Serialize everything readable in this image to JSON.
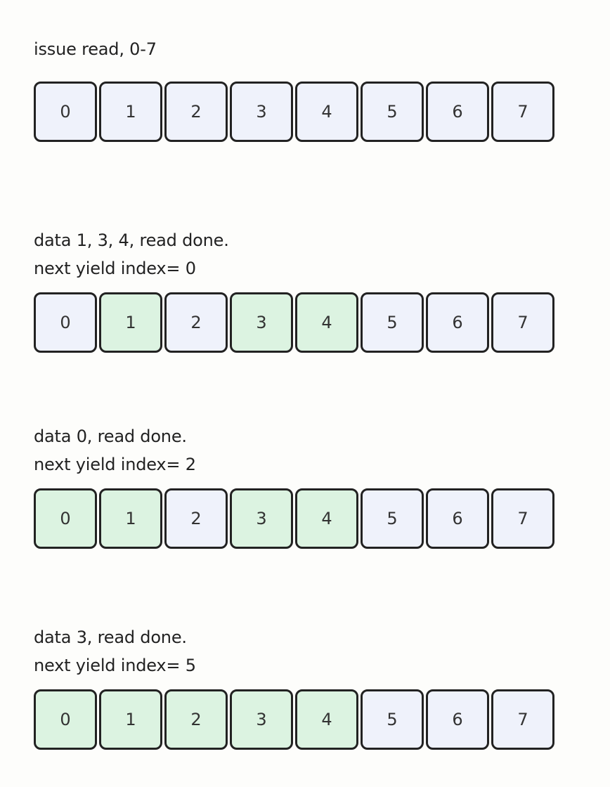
{
  "colors": {
    "pending": "#eff2fb",
    "done": "#dcf3e1",
    "border": "#222222",
    "background": "#fdfdfb"
  },
  "stages": [
    {
      "lines": [
        "issue read, 0-7"
      ],
      "cells": [
        {
          "label": "0",
          "state": "pending"
        },
        {
          "label": "1",
          "state": "pending"
        },
        {
          "label": "2",
          "state": "pending"
        },
        {
          "label": "3",
          "state": "pending"
        },
        {
          "label": "4",
          "state": "pending"
        },
        {
          "label": "5",
          "state": "pending"
        },
        {
          "label": "6",
          "state": "pending"
        },
        {
          "label": "7",
          "state": "pending"
        }
      ]
    },
    {
      "lines": [
        "data 1, 3, 4, read done.",
        "next yield index= 0"
      ],
      "cells": [
        {
          "label": "0",
          "state": "pending"
        },
        {
          "label": "1",
          "state": "done"
        },
        {
          "label": "2",
          "state": "pending"
        },
        {
          "label": "3",
          "state": "done"
        },
        {
          "label": "4",
          "state": "done"
        },
        {
          "label": "5",
          "state": "pending"
        },
        {
          "label": "6",
          "state": "pending"
        },
        {
          "label": "7",
          "state": "pending"
        }
      ]
    },
    {
      "lines": [
        "data 0, read done.",
        "next yield index= 2"
      ],
      "cells": [
        {
          "label": "0",
          "state": "done"
        },
        {
          "label": "1",
          "state": "done"
        },
        {
          "label": "2",
          "state": "pending"
        },
        {
          "label": "3",
          "state": "done"
        },
        {
          "label": "4",
          "state": "done"
        },
        {
          "label": "5",
          "state": "pending"
        },
        {
          "label": "6",
          "state": "pending"
        },
        {
          "label": "7",
          "state": "pending"
        }
      ]
    },
    {
      "lines": [
        "data 3, read done.",
        "next yield index= 5"
      ],
      "cells": [
        {
          "label": "0",
          "state": "done"
        },
        {
          "label": "1",
          "state": "done"
        },
        {
          "label": "2",
          "state": "done"
        },
        {
          "label": "3",
          "state": "done"
        },
        {
          "label": "4",
          "state": "done"
        },
        {
          "label": "5",
          "state": "pending"
        },
        {
          "label": "6",
          "state": "pending"
        },
        {
          "label": "7",
          "state": "pending"
        }
      ]
    }
  ]
}
